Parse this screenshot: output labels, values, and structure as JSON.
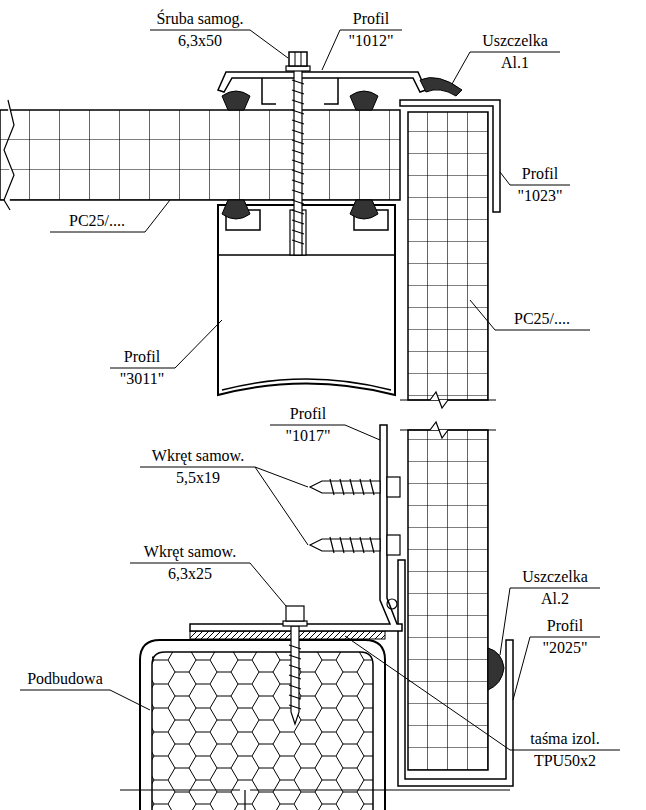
{
  "diagram": {
    "labels": [
      "Śruba samog.",
      "6,3x50",
      "Profil",
      "\"1012\"",
      "Uszczelka",
      "Al.1",
      "Profil",
      "\"1023\"",
      "PC25/....",
      "PC25/....",
      "Profil",
      "\"3011\"",
      "Profil",
      "\"1017\"",
      "Wkręt samow.",
      "5,5x19",
      "Wkręt samow.",
      "6,3x25",
      "Uszczelka",
      "Al.2",
      "Profil",
      "\"2025\"",
      "Podbudowa",
      "taśma izol.",
      "TPU50x2"
    ]
  }
}
